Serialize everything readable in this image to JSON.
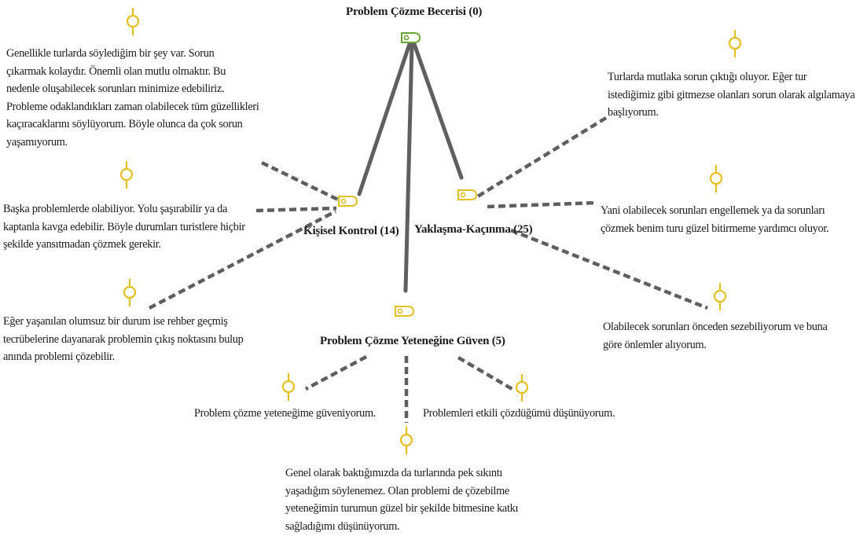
{
  "colors": {
    "code_icon": "#e3c021",
    "root_icon": "#6aa536",
    "quote_icon": "#e3c021",
    "solid_link": "#5f5f5f",
    "dashed_link": "#5f5f5f"
  },
  "root": {
    "label": "Problem Çözme Becerisi (0)",
    "icon": "code-icon"
  },
  "codes": [
    {
      "id": "kisisel",
      "label": "Kişisel Kontrol (14)",
      "icon": "code-icon"
    },
    {
      "id": "yaklasma",
      "label": "Yaklaşma-Kaçınma (25)",
      "icon": "code-icon"
    },
    {
      "id": "guven",
      "label": "Problem Çözme Yeteneğine Güven (5)",
      "icon": "code-icon"
    }
  ],
  "quotes": {
    "q1": [
      "Genellikle turlarda söylediğim bir şey var. Sorun",
      "çıkarmak kolaydır. Önemli olan mutlu olmaktır. Bu",
      "nedenle oluşabilecek sorunları minimize edebiliriz.",
      "Probleme odaklandıkları zaman olabilecek tüm güzellikleri",
      "kaçıracaklarını söylüyorum. Böyle olunca da çok sorun",
      "yaşamıyorum."
    ],
    "q2": [
      "Başka problemlerde olabiliyor. Yolu şaşırabilir ya da",
      "kaptanla kavga edebilir. Böyle durumları turistlere hiçbir",
      "şekilde yansıtmadan çözmek gerekir."
    ],
    "q3": [
      "Eğer yaşanılan olumsuz bir durum ise rehber geçmiş",
      "tecrübelerine dayanarak problemin çıkış noktasını bulup",
      "anında problemi çözebilir."
    ],
    "q4": [
      "Turlarda mutlaka sorun çıktığı oluyor. Eğer tur",
      "istediğimiz gibi gitmezse olanları sorun olarak algılamaya",
      "başlıyorum."
    ],
    "q5": [
      "Yani olabilecek sorunları engellemek ya da sorunları",
      "çözmek benim turu güzel bitirmeme yardımcı oluyor."
    ],
    "q6": [
      "Olabilecek sorunları önceden sezebiliyorum ve buna",
      "göre önlemler alıyorum."
    ],
    "q7": [
      "Problem çözme yeteneğime güveniyorum."
    ],
    "q8": [
      "Problemleri etkili çözdüğümü düşünüyorum."
    ],
    "q9": [
      "Genel olarak baktığımızda da turlarında pek sıkıntı",
      "yaşadığım söylenemez. Olan problemi de çözebilme",
      "yeteneğimin turumun güzel bir şekilde bitmesine katkı",
      "sağladığımı düşünüyorum."
    ]
  },
  "quote_icon": "quote-pin-icon"
}
